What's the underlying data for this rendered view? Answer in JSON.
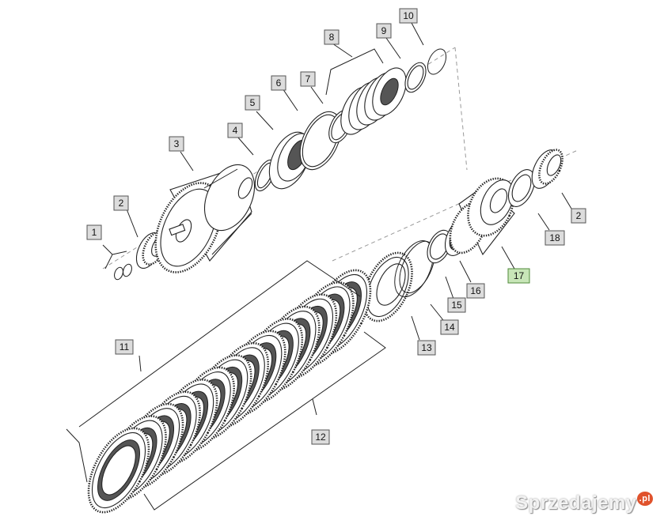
{
  "diagram": {
    "type": "exploded-parts-view",
    "labels": [
      {
        "id": "1",
        "text": "1"
      },
      {
        "id": "2a",
        "text": "2"
      },
      {
        "id": "3",
        "text": "3"
      },
      {
        "id": "4",
        "text": "4"
      },
      {
        "id": "5",
        "text": "5"
      },
      {
        "id": "6",
        "text": "6"
      },
      {
        "id": "7",
        "text": "7"
      },
      {
        "id": "8",
        "text": "8"
      },
      {
        "id": "9",
        "text": "9"
      },
      {
        "id": "10",
        "text": "10"
      },
      {
        "id": "11",
        "text": "11"
      },
      {
        "id": "12",
        "text": "12"
      },
      {
        "id": "13",
        "text": "13"
      },
      {
        "id": "14",
        "text": "14"
      },
      {
        "id": "15",
        "text": "15"
      },
      {
        "id": "16",
        "text": "16"
      },
      {
        "id": "17",
        "text": "17",
        "highlighted": true
      },
      {
        "id": "18",
        "text": "18"
      },
      {
        "id": "2b",
        "text": "2"
      }
    ],
    "colors": {
      "label_fill": "#dcdcdc",
      "highlight_fill": "#c8e6b8",
      "line": "#222222"
    }
  },
  "watermark": {
    "brand": "Sprzedajemy",
    "tld": ".pl"
  }
}
